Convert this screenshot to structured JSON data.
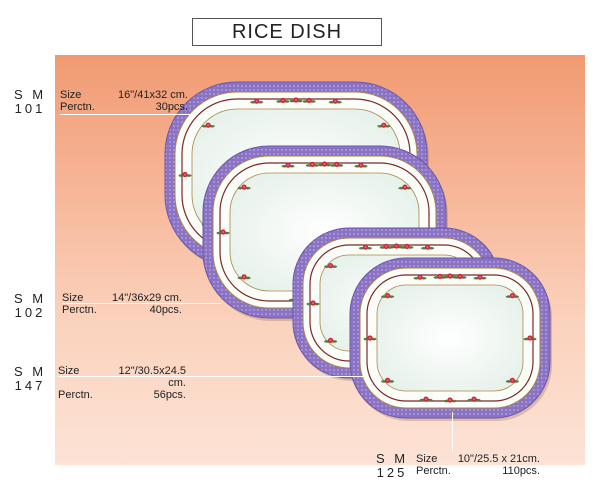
{
  "title": "RICE DISH",
  "colors": {
    "rim": "#8a72c4",
    "rim_dark": "#6a55a8",
    "flower": "#c8283c",
    "leaf": "#5a7a3a",
    "gold": "#a8864a",
    "plate_face": "#f3f8f4"
  },
  "products": [
    {
      "code_line1": "S M",
      "code_line2": "101",
      "size_label": "Size",
      "size_value": "16\"/41x32 cm.",
      "pack_label": "Perctn.",
      "pack_value": "30pcs."
    },
    {
      "code_line1": "S M",
      "code_line2": "102",
      "size_label": "Size",
      "size_value": "14\"/36x29 cm.",
      "pack_label": "Perctn.",
      "pack_value": "40pcs."
    },
    {
      "code_line1": "S M",
      "code_line2": "147",
      "size_label": "Size",
      "size_value": "12\"/30.5x24.5 cm.",
      "pack_label": "Perctn.",
      "pack_value": "56pcs."
    },
    {
      "code_line1": "S M",
      "code_line2": "125",
      "size_label": "Size",
      "size_value": "10\"/25.5 x 21cm.",
      "pack_label": "Perctn.",
      "pack_value": "110pcs."
    }
  ]
}
